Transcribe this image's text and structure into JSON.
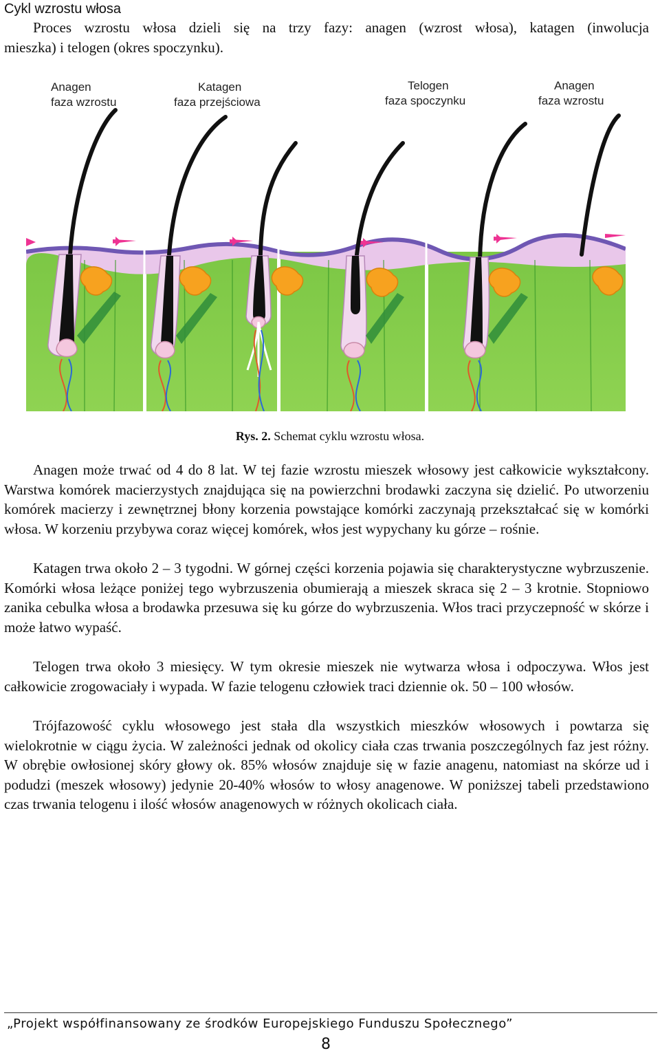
{
  "doc": {
    "title": "Cykl wzrostu włosa",
    "intro_line1": "Proces wzrostu włosa dzieli się na trzy fazy: anagen (wzrost włosa), katagen (inwolucja",
    "intro_line2": "mieszka) i telogen (okres spoczynku).",
    "figure": {
      "labels": [
        {
          "name": "Anagen",
          "sub": "faza wzrostu"
        },
        {
          "name": "Katagen",
          "sub": "faza przejściowa"
        },
        {
          "name": "Telogen",
          "sub": "faza spoczynku"
        },
        {
          "name": "Anagen",
          "sub": "faza wzrostu"
        }
      ],
      "colors": {
        "skin": "#8ed04e",
        "skin_dark": "#3f9e2e",
        "epidermis": "#e8c6e8",
        "surface": "#7b62b8",
        "gland": "#f7a21f",
        "arrow": "#f0308f",
        "hair": "#111111"
      }
    },
    "caption_bold": "Rys. 2.",
    "caption_text": " Schemat cyklu wzrostu włosa.",
    "anagen_para": "Anagen może trwać od 4 do 8 lat. W tej fazie wzrostu mieszek włosowy jest całkowicie wykształcony. Warstwa komórek macierzystych znajdująca się na powierzchni brodawki zaczyna się dzielić. Po utworzeniu komórek macierzy i zewnętrznej błony korzenia powstające komórki zaczynają przekształcać się w komórki włosa. W korzeniu przybywa coraz więcej komórek, włos jest wypychany ku górze – rośnie.",
    "katagen_para": "Katagen trwa około 2 – 3 tygodni. W górnej części korzenia pojawia się charakterystyczne wybrzuszenie. Komórki włosa leżące poniżej tego wybrzuszenia obumierają a mieszek skraca się 2 – 3 krotnie. Stopniowo zanika cebulka włosa a brodawka przesuwa się ku górze do wybrzuszenia. Włos traci przyczepność w skórze i może łatwo wypaść.",
    "telogen_para": "Telogen trwa około 3 miesięcy. W tym okresie mieszek nie wytwarza włosa i odpoczywa. Włos jest całkowicie zrogowaciały i wypada. W fazie telogenu człowiek traci dziennie ok. 50 – 100 włosów.",
    "summary_para": "Trójfazowość cyklu włosowego jest stała dla wszystkich mieszków włosowych i powtarza się wielokrotnie w ciągu życia. W zależności jednak od okolicy ciała czas trwania poszczególnych faz jest różny. W obrębie owłosionej skóry głowy ok. 85% włosów znajduje się w fazie anagenu, natomiast na skórze ud i podudzi (meszek włosowy) jedynie 20-40% włosów to włosy anagenowe. W poniższej tabeli przedstawiono czas trwania telogenu i ilość włosów anagenowych w różnych okolicach ciała.",
    "footer": "„Projekt współfinansowany ze środków Europejskiego Funduszu Społecznego”",
    "page_number": "8"
  }
}
